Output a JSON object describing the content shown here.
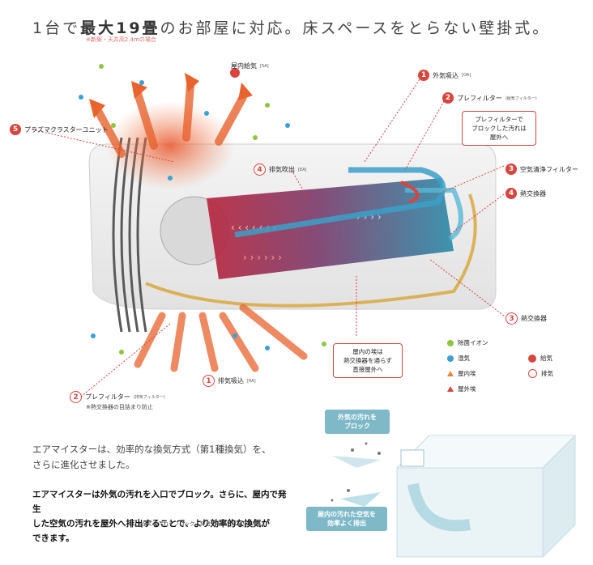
{
  "headline": {
    "pre": "1台で",
    "bold1": "最大19畳",
    "post": "のお部屋に対応。床スペースをとらない壁掛式。"
  },
  "headline_note": "※新築・天井高2.4mの場合",
  "labels": {
    "sa": {
      "text": "屋内給気",
      "tag": "[SA]"
    },
    "oa": {
      "num": "1",
      "text": "外気吸込",
      "tag": "[OA]"
    },
    "prefilter_top": {
      "num": "2",
      "text": "プレフィルター",
      "tag": "(給気フィルター)"
    },
    "plasma": {
      "num": "5",
      "text": "プラズマクラスターユニット"
    },
    "ea": {
      "num": "4",
      "text": "排気吹出",
      "tag": "[EA]"
    },
    "filter3": {
      "num": "3",
      "text": "空気清浄フィルター"
    },
    "hex4": {
      "num": "4",
      "text": "熱交換器"
    },
    "hex3": {
      "num": "3",
      "text": "熱交換器"
    },
    "ra": {
      "num": "1",
      "text": "排気吸込",
      "tag": "[RA]"
    },
    "prefilter_bottom": {
      "num": "2",
      "text": "プレフィルター",
      "tag": "(排気フィルター)",
      "note": "※熱交換器の目詰まり防止"
    }
  },
  "callouts": {
    "top": [
      "プレフィルターで",
      "ブロックした汚れは",
      "屋外へ"
    ],
    "bottom": [
      "屋内の埃は",
      "熱交換器を通らず",
      "直接屋外へ"
    ]
  },
  "legend": {
    "ion": "除菌イオン",
    "moisture": "湿気",
    "indoor_dust": "屋内埃",
    "outdoor_dust": "屋外埃",
    "supply": "給気",
    "exhaust": "排気"
  },
  "colors": {
    "accent": "#d8443e",
    "ion": "#8cc63f",
    "moisture": "#3aa0d8",
    "indoor": "#e8873a",
    "outdoor": "#d8443e",
    "bubble": "#7fb9c8"
  },
  "para1": [
    "エアマイスターは、効率的な換気方式（第1種換気）を、",
    "さらに進化させました。"
  ],
  "para2": [
    "エアマイスターは外気の汚れを入口でブロック。さらに、屋内で発生",
    "した空気の汚れを屋外へ排出することで、より効率的な換気が",
    "できます。"
  ],
  "para_note": "※全ての汚れをブロック・排出する訳ではありません。",
  "bubbles": {
    "top": [
      "外気の汚れを",
      "ブロック"
    ],
    "bottom": [
      "屋内の汚れた空気を",
      "効率よく排出"
    ]
  }
}
